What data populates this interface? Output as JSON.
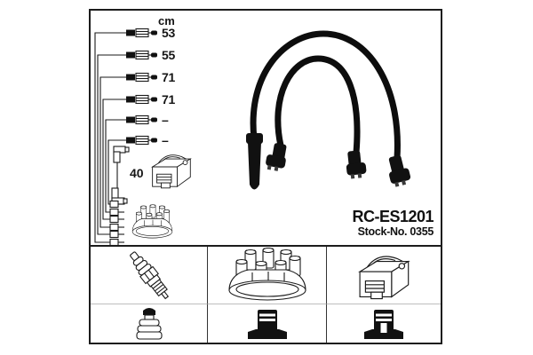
{
  "product": {
    "part_number": "RC-ES1201",
    "stock_no": "Stock-No. 0355"
  },
  "colors": {
    "line": "#1a1a1a",
    "cable": "#0d0d0d",
    "background": "#ffffff",
    "frame_border": "#1c1c1c",
    "row_divider": "#bdbdbd"
  },
  "diagram": {
    "unit_header": "cm",
    "cable_lengths": [
      "53",
      "55",
      "71",
      "71",
      "–",
      "–"
    ],
    "coil_wire_length": "40",
    "icons": [
      "cable-connector-icon",
      "coil-wire-icon",
      "ignition-coil-icon",
      "distributor-cap-icon",
      "distributor-connector-stack-icon"
    ]
  },
  "photo": {
    "icon": "ignition-cable-set-photo",
    "description_icons": [
      "straight-boot-icon",
      "elbow-boot-icon"
    ]
  },
  "grid": {
    "row1_icons": [
      "spark-plug-icon",
      "distributor-cap-icon",
      "ignition-coil-icon"
    ],
    "row2_icons": [
      "plug-terminal-nut-icon",
      "straight-boot-connector-icon",
      "straight-boot-connector-slotted-icon"
    ]
  }
}
